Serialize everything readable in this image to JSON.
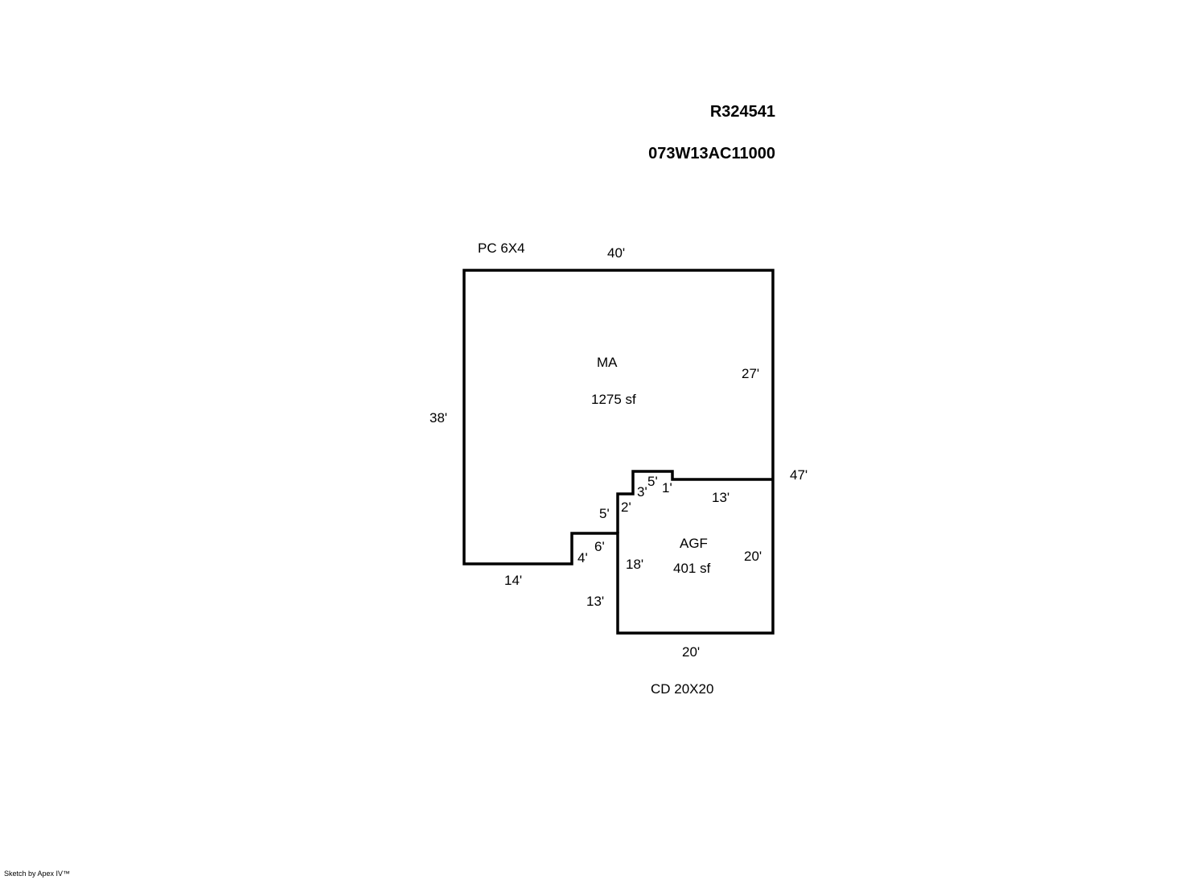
{
  "header": {
    "account_id": "R324541",
    "map_tax_lot": "073W13AC11000"
  },
  "areas": [
    {
      "code": "MA",
      "area": "1275 sf"
    },
    {
      "code": "AGF",
      "area": "401 sf"
    }
  ],
  "annotations": {
    "porch": "PC  6X4",
    "deck": "CD  20X20"
  },
  "dimensions": {
    "top": "40'",
    "left": "38'",
    "right_upper": "27'",
    "right_total": "47'",
    "bottom_left": "14'",
    "step_4": "4'",
    "step_6": "6'",
    "step_5": "5'",
    "step_2": "2'",
    "step_3": "3'",
    "step_5b": "5'",
    "step_1": "1'",
    "agf_top": "13'",
    "agf_left": "18'",
    "agf_right": "20'",
    "agf_bottom": "20'",
    "left_lower": "13'"
  },
  "footer": {
    "credit": "Sketch by Apex IV™"
  }
}
